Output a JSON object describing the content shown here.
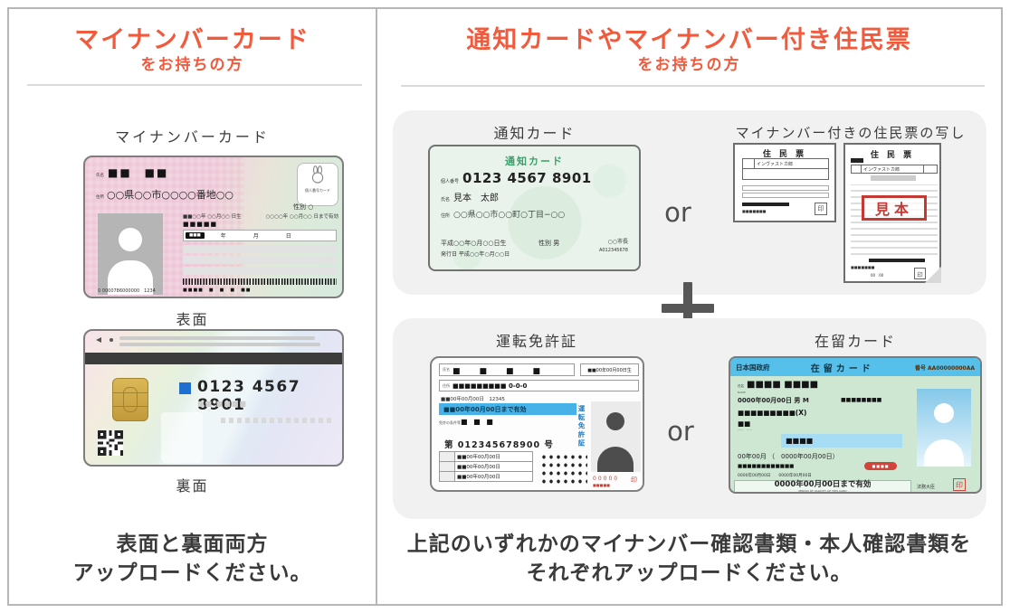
{
  "colors": {
    "accent_orange": "#f15a3c",
    "box_gray": "#f1f1f1",
    "text_dark": "#3a3a3a",
    "mynumber_blue": "#1e6fd0",
    "license_band_blue": "#46b2e8",
    "residence_header_blue": "#57c0ea",
    "notification_green": "#3aa06a",
    "stamp_red": "#cc3333"
  },
  "icons": {
    "rabbit_badge": "rabbit-mascot-outline",
    "qr_code": "qr-code",
    "ic_chip": "gold-ic-chip",
    "plus": "plus-sign",
    "arrow_left": "left-triangle-arrow"
  },
  "left_panel": {
    "title": "マイナンバーカード",
    "subtitle": "をお持ちの方",
    "card_label": "マイナンバーカード",
    "front_caption": "表面",
    "back_caption": "裏面",
    "footer_line1": "表面と裏面両方",
    "footer_line2": "アップロードください。",
    "front_card": {
      "name_label": "氏名",
      "name_blocks": "■■　■■",
      "address_label": "住所",
      "address_value": "○○県○○市○○○○番地○○",
      "gender_value": "性別 ○",
      "birth_value": "■■○○年 ○○月○○ 日生",
      "expiry_value": "○○○○年 ○○月○○ 日まで有効",
      "row_blocks": "■■■■■",
      "issue_box": "■■■",
      "ymd_row": "年　　月　　日",
      "badge_caption": "個人番号カード",
      "serial_value": "0 0000786000000　1234",
      "bottom_blocks": "■■■■　■　■　■　■■"
    },
    "back_card": {
      "mynumber_value": "0123 4567 8901",
      "sub_blocks": "■■ ■■■■"
    }
  },
  "right_panel": {
    "title": "通知カードやマイナンバー付き住民票",
    "subtitle": "をお持ちの方",
    "or_label": "or",
    "footer_line1": "上記のいずれかのマイナンバー確認書類・本人確認書類を",
    "footer_line2": "それぞれアップロードください。",
    "notification_section": {
      "section_title": "通知カード",
      "card": {
        "title": "通知カード",
        "number_label": "個人番号",
        "number_value": "0123 4567 8901",
        "name_label": "氏名",
        "name_value": "見本　太郎",
        "address_label": "住所",
        "address_value": "○○県○○市○○町○丁目−○○",
        "birth_value": "平成○○年○月○○日生",
        "gender_value": "性別 男",
        "issue_value": "発行日 平成○○年○月○○日",
        "mayor_value": "○○市長",
        "serial_value": "A012345678"
      }
    },
    "juminhyo_section": {
      "section_title": "マイナンバー付きの住民票の写し",
      "doc_title": "住 民 票",
      "row_name": "インヴァストカ郎",
      "micro_blocks": "■■■■■■■",
      "date_micro": "00　00",
      "stamp_label": "印",
      "specimen_label": "見本"
    },
    "license_section": {
      "section_title": "運転免許証",
      "card": {
        "name_label": "氏名",
        "name_blocks": "■　■　■　■",
        "birth_value": "■■00年00月00日生",
        "address_label": "住所",
        "address_blocks": "■■■■■■■■■ 0-0-0",
        "issue_value": "■■00年00月00日　12345",
        "validity_value": "■■00年00月00日まで有効",
        "condition_label": "免許の条件等",
        "condition_blocks": "■ ■ ■",
        "number_value": "第 012345678900 号",
        "side_label": "運転免許証",
        "date_row1": "■■00年00月00日",
        "date_row2": "■■00年00月00日",
        "date_row3": "■■00年00月00日",
        "red_digits": "00000",
        "red_sub": "■■■■■",
        "stamp_label": "印"
      }
    },
    "residence_section": {
      "section_title": "在留カード",
      "card": {
        "government_label": "日本国政府",
        "title": "在留カード",
        "number_value": "番号 AA00000000AA",
        "name_label": "氏名",
        "name_en_label": "NAME",
        "name_blocks": "■■■■ ■■■■",
        "birth_value": "0000年00月00日 男 M",
        "birth_blocks": "■■■■■■■■",
        "nationality_blocks": "■■■■■■■■■(X)",
        "residence_blocks": "■■",
        "residence_dashes": "-----　-----",
        "status_band_blocks": "■■■■",
        "period_value": "00年00月 （　0000年00月00日）",
        "permit_blocks": "■■■■■■■■■■■■",
        "red_badge_blocks": "■■■■",
        "dates_value": "0000年00月00日　　0000年00月00日",
        "validity_value": "0000年00月00日まで有効",
        "validity_en": "PERIOD OF VALIDITY OF THIS CARD",
        "minister_label": "法務大臣",
        "stamp_label": "印"
      }
    }
  }
}
